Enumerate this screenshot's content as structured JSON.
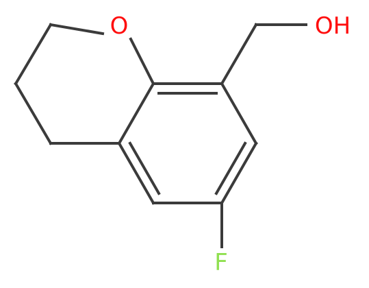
{
  "molecule": {
    "atoms": [
      {
        "id": "O1",
        "label": "O",
        "color": "#ff0d0d"
      },
      {
        "id": "O2",
        "label": "OH",
        "color": "#ff0d0d"
      },
      {
        "id": "F1",
        "label": "F",
        "color": "#90e050"
      }
    ],
    "bond_color": "#3b3b3b"
  }
}
